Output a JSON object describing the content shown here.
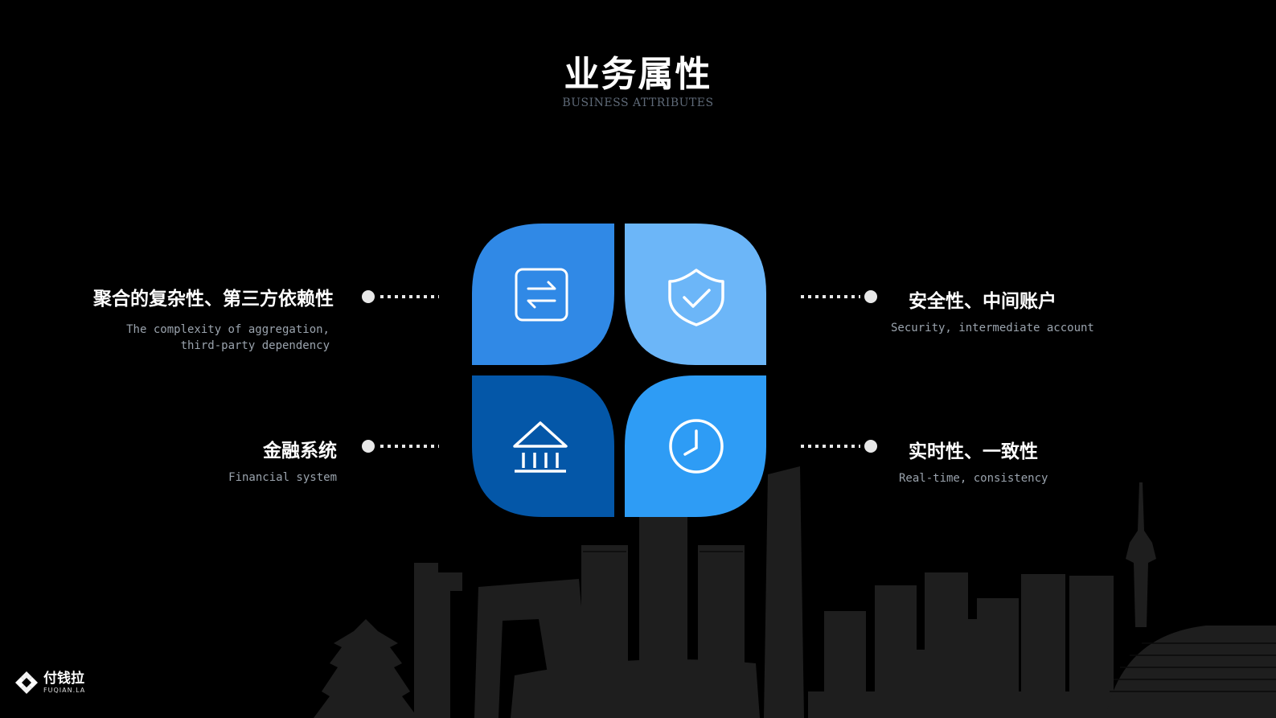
{
  "header": {
    "title": "业务属性",
    "subtitle": "BUSINESS ATTRIBUTES"
  },
  "attributes": [
    {
      "title": "聚合的复杂性、第三方依赖性",
      "desc_lines": [
        "The complexity of aggregation,",
        "third-party dependency"
      ],
      "icon": "exchange-arrows-icon",
      "color": "#3089e6"
    },
    {
      "title": "安全性、中间账户",
      "desc_lines": [
        "Security, intermediate account"
      ],
      "icon": "shield-check-icon",
      "color": "#6cb6f8"
    },
    {
      "title": "金融系统",
      "desc_lines": [
        "Financial system"
      ],
      "icon": "bank-icon",
      "color": "#0457a8"
    },
    {
      "title": "实时性、一致性",
      "desc_lines": [
        "Real-time, consistency"
      ],
      "icon": "clock-icon",
      "color": "#2e9cf5"
    }
  ],
  "logo": {
    "name": "付钱拉",
    "sub": "FUQIAN.LA"
  }
}
